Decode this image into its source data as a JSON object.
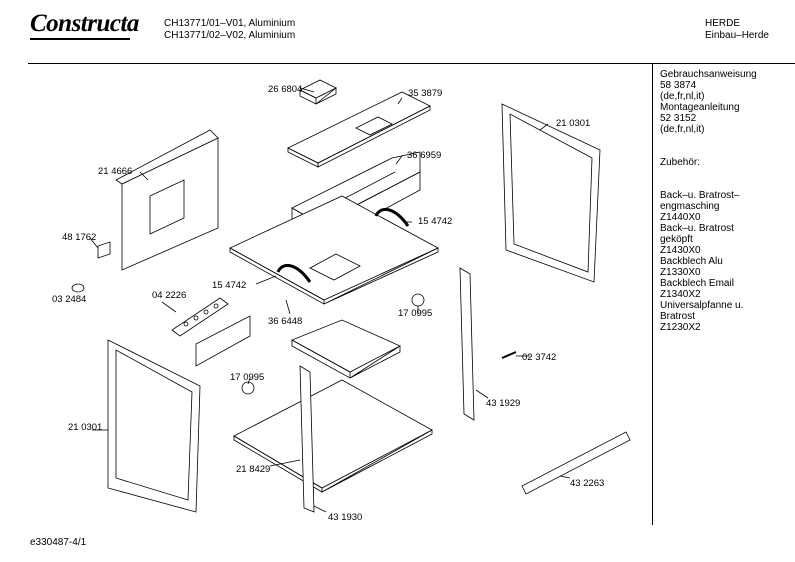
{
  "header": {
    "brand": "Constructa",
    "models": [
      "CH13771/01–V01, Aluminium",
      "CH13771/02–V02, Aluminium"
    ],
    "category": [
      "HERDE",
      "Einbau–Herde"
    ]
  },
  "sidebar": {
    "lines": [
      "Gebrauchsanweisung",
      "58 3874",
      "(de,fr,nl,it)",
      "Montageanleitung",
      "52 3152",
      "(de,fr,nl,it)",
      "",
      "",
      "Zubehör:",
      "",
      "",
      "Back–u. Bratrost–",
      "engmasching",
      "Z1440X0",
      "Back–u. Bratrost",
      "geköpft",
      "Z1430X0",
      "Backblech Alu",
      "Z1330X0",
      "Backblech Email",
      "Z1340X2",
      "Universalpfanne u.",
      "Bratrost",
      "Z1230X2"
    ]
  },
  "parts": [
    "26 6804",
    "35 3879",
    "36 6959",
    "21 0301",
    "21 4666",
    "48 1762",
    "15 4742",
    "15 4742",
    "03 2484",
    "04 2226",
    "36 6448",
    "17 0995",
    "17 0995",
    "02 3742",
    "43 1929",
    "21 0301",
    "21 8429",
    "43 1930",
    "43 2263"
  ],
  "footer": {
    "code": "e330487-4/1"
  }
}
